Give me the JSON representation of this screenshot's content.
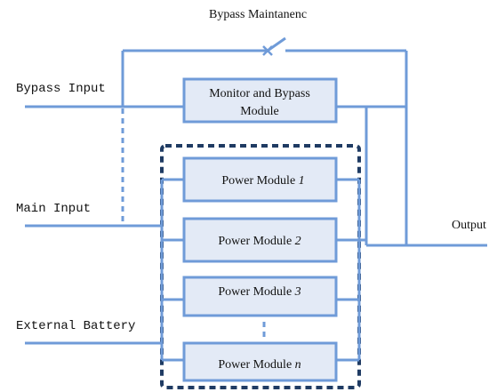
{
  "labels": {
    "bypass_maintenance": "Bypass Maintanenc",
    "bypass_input": "Bypass Input",
    "main_input": "Main Input",
    "external_battery": "External Battery",
    "output": "Output"
  },
  "monitor_module": {
    "line1": "Monitor and Bypass",
    "line2": "Module"
  },
  "power_modules": [
    {
      "prefix": "Power Module ",
      "index": "1"
    },
    {
      "prefix": "Power Module ",
      "index": "2"
    },
    {
      "prefix": "Power Module ",
      "index": "3"
    },
    {
      "prefix": "Power Module ",
      "index": "n"
    }
  ],
  "colors": {
    "wire": "#6f9bd8",
    "module_fill": "#e3eaf6",
    "group_border": "#1f3b63"
  }
}
